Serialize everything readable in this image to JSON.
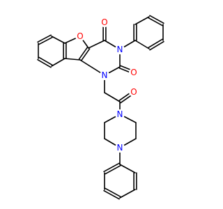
{
  "colors": {
    "background": "#ffffff",
    "bond": "#000000",
    "oxygen": "#ff0000",
    "nitrogen": "#0000ff"
  },
  "atom_labels": {
    "O_furan": "O",
    "O_c4": "O",
    "O_c2": "O",
    "O_amide": "O",
    "N3": "N",
    "N1": "N",
    "N_pip_amide": "N",
    "N_pip_phenyl": "N"
  }
}
